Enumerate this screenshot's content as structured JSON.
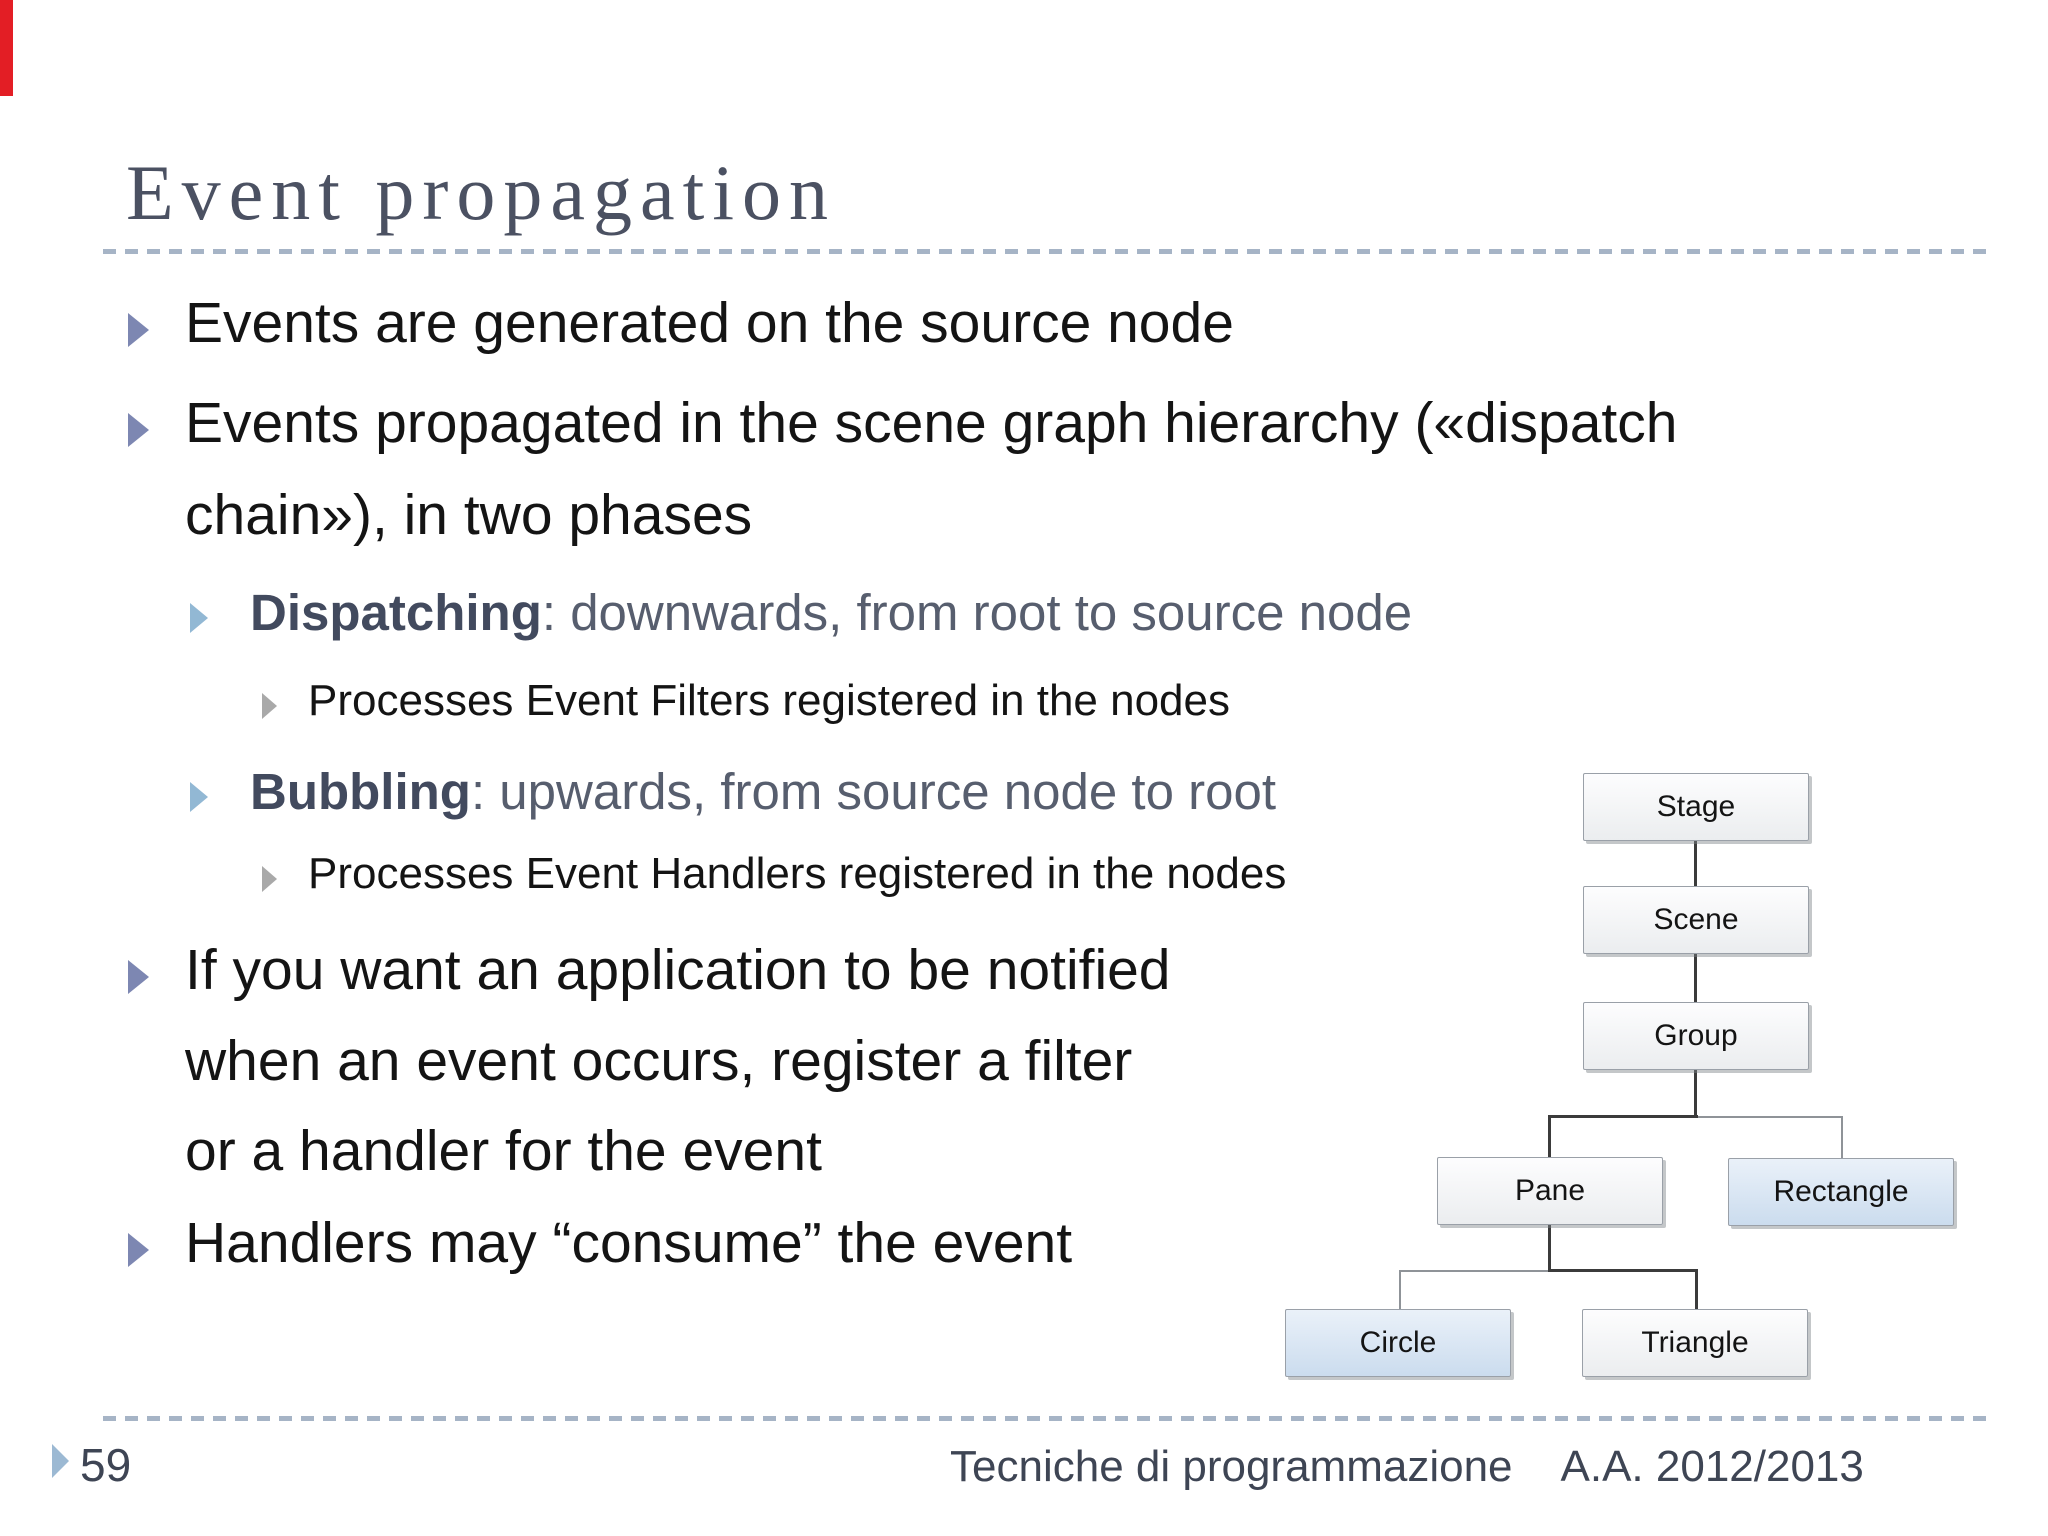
{
  "colors": {
    "title": "#4b5162",
    "body_text": "#141414",
    "l2_lead": "#424a5e",
    "l2_rest": "#575e6e",
    "bullet_level1": "#7d87b2",
    "bullet_level2": "#92b8d4",
    "bullet_level3": "#a9a9a9",
    "dashed_rule": "#a6b4c6",
    "footer_text": "#3e4554",
    "footer_marker": "#9cb9d3",
    "red_bar": "#e31e25",
    "node_blue_fill": "#cbdcee",
    "node_white_fill": "#ebedef",
    "connector_dark": "#3b3b3b",
    "connector_gray": "#8f9398"
  },
  "slide": {
    "title": "Event propagation",
    "bullets": [
      {
        "level": 1,
        "text": "Events are generated on the source node"
      },
      {
        "level": 1,
        "text": "Events propagated in the scene graph hierarchy («dispatch"
      },
      {
        "level": 1,
        "continuation": true,
        "text": "chain»), in two phases"
      },
      {
        "level": 2,
        "lead": "Dispatching",
        "rest": ": downwards, from root to source node"
      },
      {
        "level": 3,
        "text": "Processes Event Filters registered in the nodes"
      },
      {
        "level": 2,
        "lead": "Bubbling",
        "rest": ": upwards, from source node to root"
      },
      {
        "level": 3,
        "text": "Processes Event Handlers registered in the nodes"
      },
      {
        "level": 1,
        "text": "If you want an application to be notified"
      },
      {
        "level": 1,
        "continuation": true,
        "text": "when an event occurs, register a filter"
      },
      {
        "level": 1,
        "continuation": true,
        "text": "or a handler for the event"
      },
      {
        "level": 1,
        "text": "Handlers may “consume” the event"
      }
    ],
    "diagram": {
      "nodes": [
        {
          "label": "Stage",
          "variant": "white"
        },
        {
          "label": "Scene",
          "variant": "white"
        },
        {
          "label": "Group",
          "variant": "white"
        },
        {
          "label": "Pane",
          "variant": "white"
        },
        {
          "label": "Rectangle",
          "variant": "blue"
        },
        {
          "label": "Circle",
          "variant": "blue"
        },
        {
          "label": "Triangle",
          "variant": "white"
        }
      ]
    },
    "footer": {
      "page_number": "59",
      "course": "Tecniche di programmazione",
      "academic_year": "A.A. 2012/2013"
    }
  }
}
